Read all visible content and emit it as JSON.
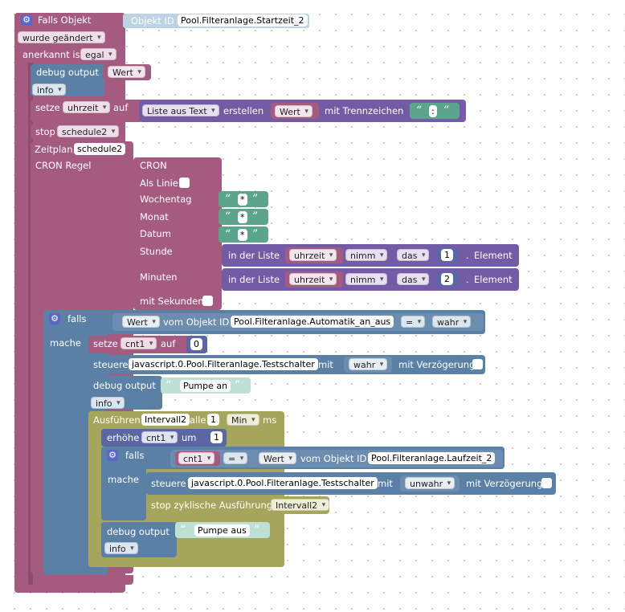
{
  "trigger": {
    "label": "Falls Objekt",
    "oid_label": "Objekt ID",
    "oid_value": "Pool.Filteranlage.Startzeit_2",
    "changed": "wurde geändert",
    "ack_label": "anerkannt ist",
    "ack_value": "egal"
  },
  "debug1": {
    "label": "debug output",
    "value": "Wert",
    "level": "info"
  },
  "set_uhrzeit": {
    "label": "setze",
    "var": "uhrzeit",
    "to": "auf",
    "fn": "Liste aus Text",
    "create": "erstellen",
    "input": "Wert",
    "sep_label": "mit Trennzeichen",
    "sep_value": ":"
  },
  "stop": {
    "label": "stop",
    "var": "schedule2"
  },
  "schedule": {
    "label": "Zeitplan",
    "name": "schedule2",
    "cron_label": "CRON Regel"
  },
  "cron": {
    "title": "CRON",
    "als_linie": "Als Linie",
    "wochentag": "Wochentag",
    "monat": "Monat",
    "datum": "Datum",
    "stunde": "Stunde",
    "minuten": "Minuten",
    "sekunden": "mit Sekunden",
    "star": "*"
  },
  "list_get": {
    "in": "in der Liste",
    "var": "uhrzeit",
    "op": "nimm",
    "which": "das",
    "idx1": "1",
    "idx2": "2",
    "dot": ".",
    "element": "Element"
  },
  "if1": {
    "label": "falls",
    "value": "Wert",
    "from": "vom Objekt ID",
    "oid": "Pool.Filteranlage.Automatik_an_aus",
    "op": "=",
    "cmp": "wahr",
    "do": "mache"
  },
  "set_cnt": {
    "label": "setze",
    "var": "cnt1",
    "to": "auf",
    "value": "0"
  },
  "control1": {
    "label": "steuere",
    "oid": "javascript.0.Pool.Filteranlage.Testschalter",
    "with": "mit",
    "value": "wahr",
    "delay": "mit Verzögerung"
  },
  "debug2": {
    "label": "debug output",
    "text": "Pumpe an",
    "level": "info"
  },
  "interval": {
    "label": "Ausführen",
    "name": "Intervall2",
    "every": "alle",
    "value": "1",
    "unit": "Min",
    "ms": "ms"
  },
  "incr": {
    "label": "erhöhe",
    "var": "cnt1",
    "by": "um",
    "value": "1"
  },
  "if2": {
    "label": "falls",
    "var": "cnt1",
    "op": "=",
    "value": "Wert",
    "from": "vom Objekt ID",
    "oid": "Pool.Filteranlage.Laufzeit_2",
    "do": "mache"
  },
  "control2": {
    "label": "steuere",
    "oid": "javascript.0.Pool.Filteranlage.Testschalter",
    "with": "mit",
    "value": "unwahr",
    "delay": "mit Verzögerung"
  },
  "stop_interval": {
    "label": "stop zyklische Ausführung",
    "name": "Intervall2"
  },
  "debug3": {
    "label": "debug output",
    "text": "Pumpe aus",
    "level": "info"
  },
  "colors": {
    "event": "#a55b80",
    "debug": "#5b80a5",
    "list": "#745ba5",
    "text": "#5ba58c",
    "timer": "#a5a55b",
    "math": "#5b67a5"
  }
}
